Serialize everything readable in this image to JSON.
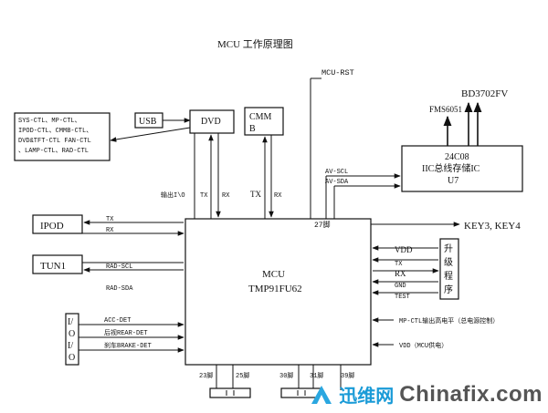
{
  "title": "MCU 工作原理图",
  "mcu_rst": "MCU-RST",
  "bd_chip": "BD3702FV",
  "fms_chip": "FMS6051",
  "usb": "USB",
  "dvd": "DVD",
  "cmm_line1": "CMM",
  "cmm_line2": "B",
  "ctl_box": [
    "SYS-CTL、MP-CTL、",
    "IPOD-CTL、CMMB-CTL、",
    "DVD&TFT-CTL FAN-CTL",
    "、LAMP-CTL、RAD-CTL"
  ],
  "eeprom": [
    "24C08",
    "IIC总线存储IC",
    "U7"
  ],
  "av_scl": "AV-SCL",
  "av_sda": "AV-SDA",
  "dvd_io": "输出I\\O",
  "dvd_tx": "TX",
  "dvd_rx": "RX",
  "cmm_tx": "TX",
  "cmm_rx": "RX",
  "pin27": "27脚",
  "keys": "KEY3, KEY4",
  "ipod": "IPOD",
  "ipod_tx": "TX",
  "ipod_rx": "RX",
  "tun": "TUN1",
  "rad_scl": "RAD-SCL",
  "rad_sda": "RAD-SDA",
  "mcu_name": "MCU",
  "mcu_part": "TMP91FU62",
  "upgrade": [
    "升",
    "级",
    "程",
    "序"
  ],
  "upg_vdd": "VDD",
  "upg_tx": "TX",
  "upg_rx": "RX",
  "upg_gnd": "GND",
  "upg_test": "TEST",
  "io_box": [
    "I/",
    "O",
    "I/",
    "O"
  ],
  "acc_det": "ACC-DET",
  "rear_det": "后视REAR-DET",
  "brake_det": "刹车BRAKE-DET",
  "mp_ctl": "MP-CTL输出高电平（总电源控制）",
  "vdd_mcu": "VDD（MCU供电）",
  "pin23": "23脚",
  "pin25": "25脚",
  "pin30": "30脚",
  "pin31": "31脚",
  "pin39": "39脚",
  "watermark_cn": "迅维网",
  "watermark_en": "Chinafix.com"
}
